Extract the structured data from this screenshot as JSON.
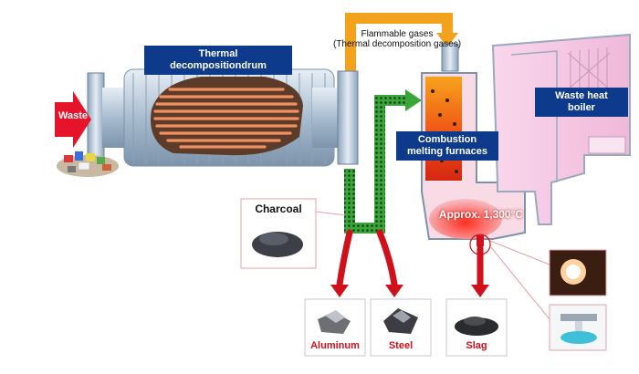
{
  "labels": {
    "flammable_gases_line1": "Flammable gases",
    "flammable_gases_line2": "(Thermal decomposition gases)",
    "thermal_drum": "Thermal decompositiondrum",
    "waste_heat_boiler": "Waste heat boiler",
    "combustion_furnace": "Combustion melting furnaces",
    "waste": "Waste",
    "temperature": "Approx. 1,300°C",
    "charcoal": "Charcoal",
    "aluminum": "Aluminum",
    "steel": "Steel",
    "slag": "Slag"
  },
  "colors": {
    "label_box": "#0e3a8c",
    "arrow_red": "#d0101a",
    "gas_pipe": "#f2a21c",
    "char_pipe": "#3aa63a",
    "boiler": "#f4c6e2",
    "drum": "#b9c9da",
    "hot_tubes": "#e8835a"
  }
}
